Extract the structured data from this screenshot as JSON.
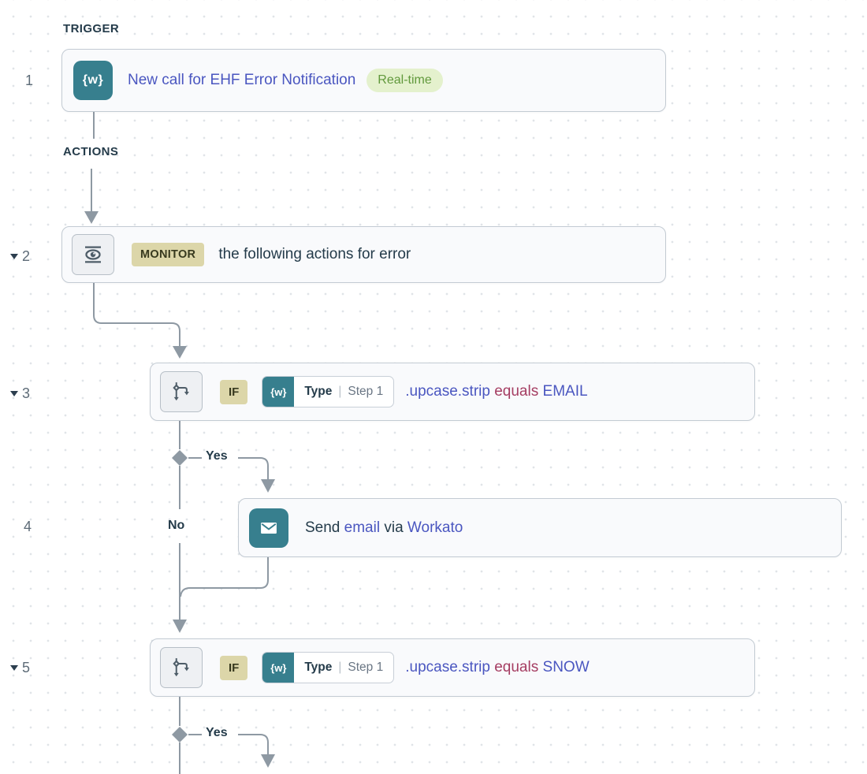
{
  "labels": {
    "trigger": "TRIGGER",
    "actions": "ACTIONS"
  },
  "branch1": {
    "yes": "Yes",
    "no": "No"
  },
  "branch2": {
    "yes": "Yes"
  },
  "steps": {
    "s1": {
      "number": "1",
      "icon": "workato-w-icon",
      "icon_text": "{w}",
      "title": "New call for EHF Error Notification",
      "badge": "Real-time"
    },
    "s2": {
      "number": "2",
      "icon": "monitor-eye-icon",
      "badge": "MONITOR",
      "text": "the following actions for error"
    },
    "s3": {
      "number": "3",
      "icon": "branch-condition-icon",
      "badge": "IF",
      "pill": {
        "token": "{w}",
        "field": "Type",
        "divider": "|",
        "step": "Step 1"
      },
      "expr": {
        "method": ".upcase.strip",
        "operator": "equals",
        "value": "EMAIL"
      }
    },
    "s4": {
      "number": "4",
      "icon": "email-icon",
      "word_send": "Send",
      "link_email": "email",
      "word_via": "via",
      "link_app": "Workato"
    },
    "s5": {
      "number": "5",
      "icon": "branch-condition-icon",
      "badge": "IF",
      "pill": {
        "token": "{w}",
        "field": "Type",
        "divider": "|",
        "step": "Step 1"
      },
      "expr": {
        "method": ".upcase.strip",
        "operator": "equals",
        "value": "SNOW"
      }
    }
  },
  "colors": {
    "teal_app": "#377f8e",
    "indigo_text": "#4a56c0",
    "operator_maroon": "#a53d62",
    "khaki_badge_bg": "#dcd6a9",
    "khaki_badge_text": "#37391e",
    "green_badge_bg": "#e4f1cd",
    "green_badge_text": "#61993c",
    "card_bg": "#f9fafc",
    "card_border": "#c3cbd3",
    "connector_gray": "#8e99a3",
    "dark_navy_text": "#243b4a",
    "step_number_gray": "#5d6b77",
    "dot_grid": "#e0e4e8"
  }
}
